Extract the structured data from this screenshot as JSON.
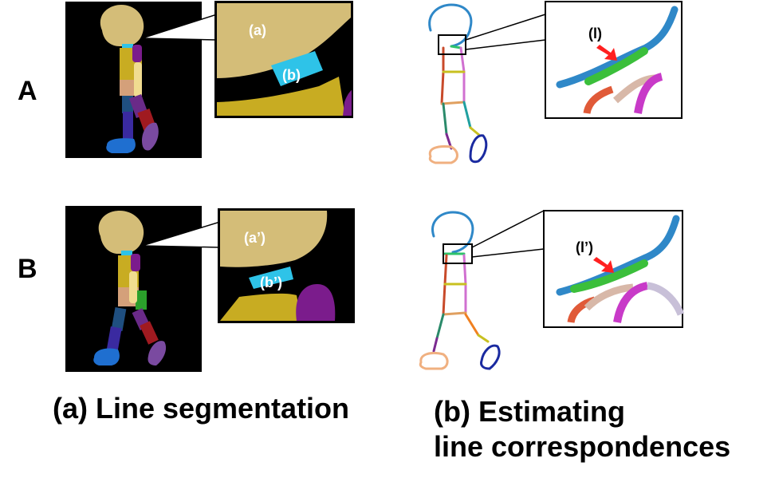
{
  "rows": {
    "a_label": "A",
    "b_label": "B"
  },
  "zoom_labels": {
    "seg_a_region_a": "(a)",
    "seg_a_region_b": "(b)",
    "seg_b_region_a": "(a’)",
    "seg_b_region_b": "(b’)",
    "corr_a_line": "(l)",
    "corr_b_line": "(l’)"
  },
  "captions": {
    "left": "(a) Line segmentation",
    "right_line1": "(b) Estimating",
    "right_line2": "line correspondences"
  },
  "colors": {
    "skin": "#d4bd78",
    "cyan": "#2ec3e8",
    "mustard": "#c8ac22",
    "purple": "#7b1c8c",
    "arrow": "#ff2020",
    "green": "#3bbf3b"
  }
}
